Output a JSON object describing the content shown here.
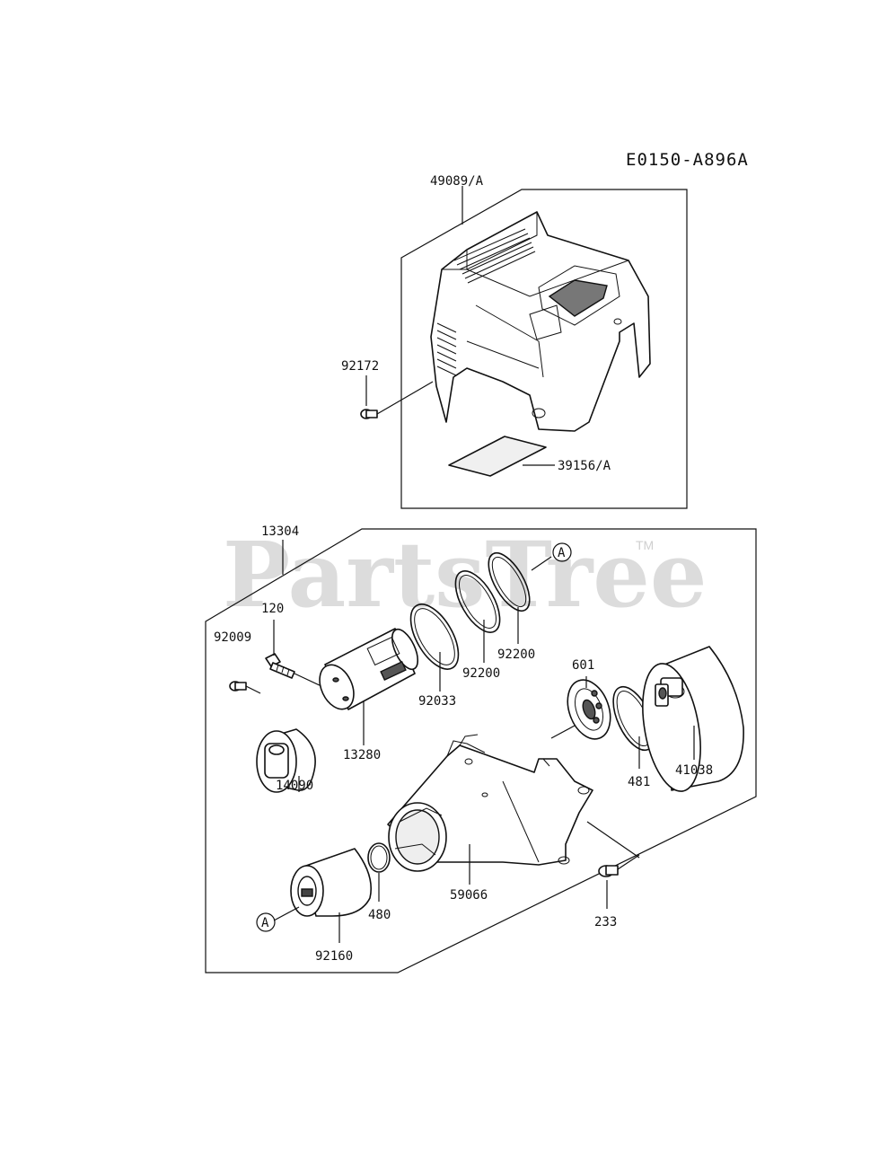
{
  "diagram": {
    "code": "E0150-A896A",
    "watermark": "PartsTree",
    "watermark_tm": "TM",
    "labels": {
      "p49089": "49089/A",
      "p92172": "92172",
      "p39156": "39156/A",
      "p13304": "13304",
      "p120": "120",
      "p92009": "92009",
      "p13280": "13280",
      "p14090": "14090",
      "p92033": "92033",
      "p92200a": "92200",
      "p92200b": "92200",
      "p601": "601",
      "p481": "481",
      "p41038": "41038",
      "p59066": "59066",
      "p480": "480",
      "p92160": "92160",
      "p233": "233",
      "refA1": "A",
      "refA2": "A"
    }
  }
}
